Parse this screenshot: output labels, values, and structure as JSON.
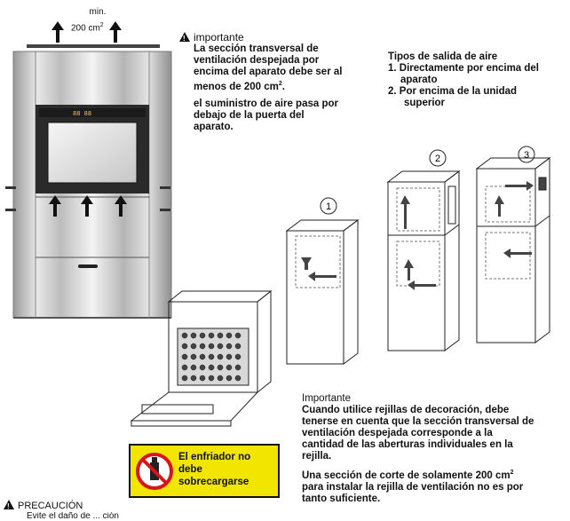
{
  "vent_top": {
    "label_min": "min.",
    "label_area": "200 cm",
    "sup": "2"
  },
  "importante1": {
    "heading": "importante",
    "line1": "La sección transversal de",
    "line2": "ventilación despejada por",
    "line3": "encima del aparato debe ser al",
    "line4": "menos de 200 cm",
    "line4_sup": "2",
    "line4_end": ".",
    "supply1": "el suministro de aire pasa por",
    "supply2": "debajo de la puerta del",
    "supply3": "aparato."
  },
  "tipos": {
    "heading": "Tipos de salida de aire",
    "item1a": "1. Directamente por encima del",
    "item1b": "aparato",
    "item2a": "2. Por encima de la unidad",
    "item2b": "superior"
  },
  "diagram_numbers": [
    "1",
    "2",
    "3"
  ],
  "importante2": {
    "heading": "Importante",
    "l1": "Cuando utilice rejillas de decoración, debe",
    "l2": "tenerse en cuenta que la sección transversal de",
    "l3": "ventilación despejada corresponde a la",
    "l4": "cantidad de las aberturas individuales en la",
    "l5": "rejilla.",
    "m1": "Una sección de corte de solamente 200 cm",
    "m1_sup": "2",
    "m2": "para instalar la rejilla de ventilación no es por",
    "m3": "tanto suficiente."
  },
  "sticker": {
    "l1": "El enfriador no",
    "l2": "debe",
    "l3": "sobrecargarse"
  },
  "precaucion": {
    "heading": "PRECAUCIÓN",
    "cut": "Evite el daño de ... ción"
  },
  "colors": {
    "sticker_yellow": "#f2e500",
    "prohibit_red": "#d8141c",
    "oven_dark": "#2a2a2a"
  }
}
